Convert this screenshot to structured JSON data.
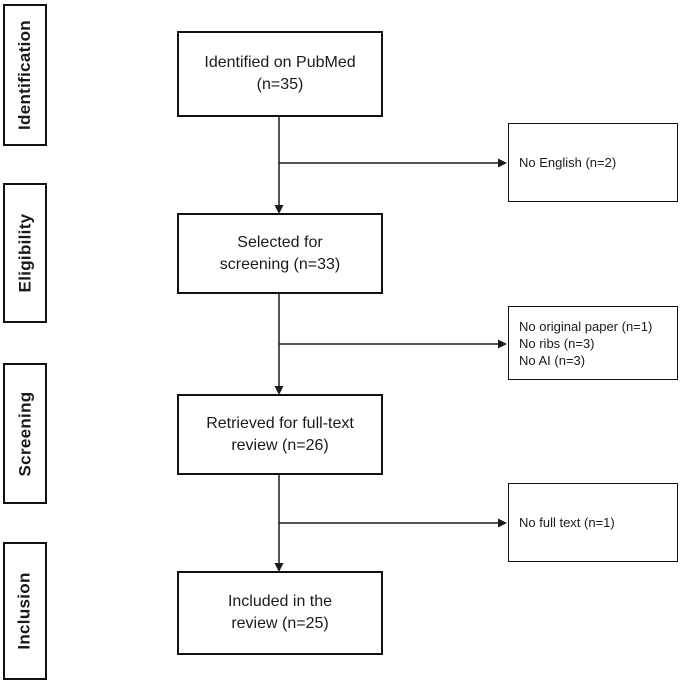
{
  "colors": {
    "border": "#111111",
    "text": "#1a1a1a",
    "background": "#ffffff"
  },
  "stages": [
    {
      "label": "Identification"
    },
    {
      "label": "Eligibility"
    },
    {
      "label": "Screening"
    },
    {
      "label": "Inclusion"
    }
  ],
  "flow_boxes": [
    {
      "name": "identified",
      "n": 35,
      "lines": [
        "Identified on PubMed",
        "(n=35)"
      ]
    },
    {
      "name": "selected",
      "n": 33,
      "lines": [
        "Selected for",
        "screening (n=33)"
      ]
    },
    {
      "name": "retrieved",
      "n": 26,
      "lines": [
        "Retrieved for full-text",
        "review (n=26)"
      ]
    },
    {
      "name": "included",
      "n": 25,
      "lines": [
        "Included in the",
        "review (n=25)"
      ]
    }
  ],
  "exclusion_boxes": [
    {
      "name": "no-english",
      "lines": [
        "No English (n=2)"
      ]
    },
    {
      "name": "not-eligible",
      "lines": [
        "No original paper (n=1)",
        "No ribs (n=3)",
        "No AI (n=3)"
      ]
    },
    {
      "name": "no-full-text",
      "lines": [
        "No full text (n=1)"
      ]
    }
  ]
}
